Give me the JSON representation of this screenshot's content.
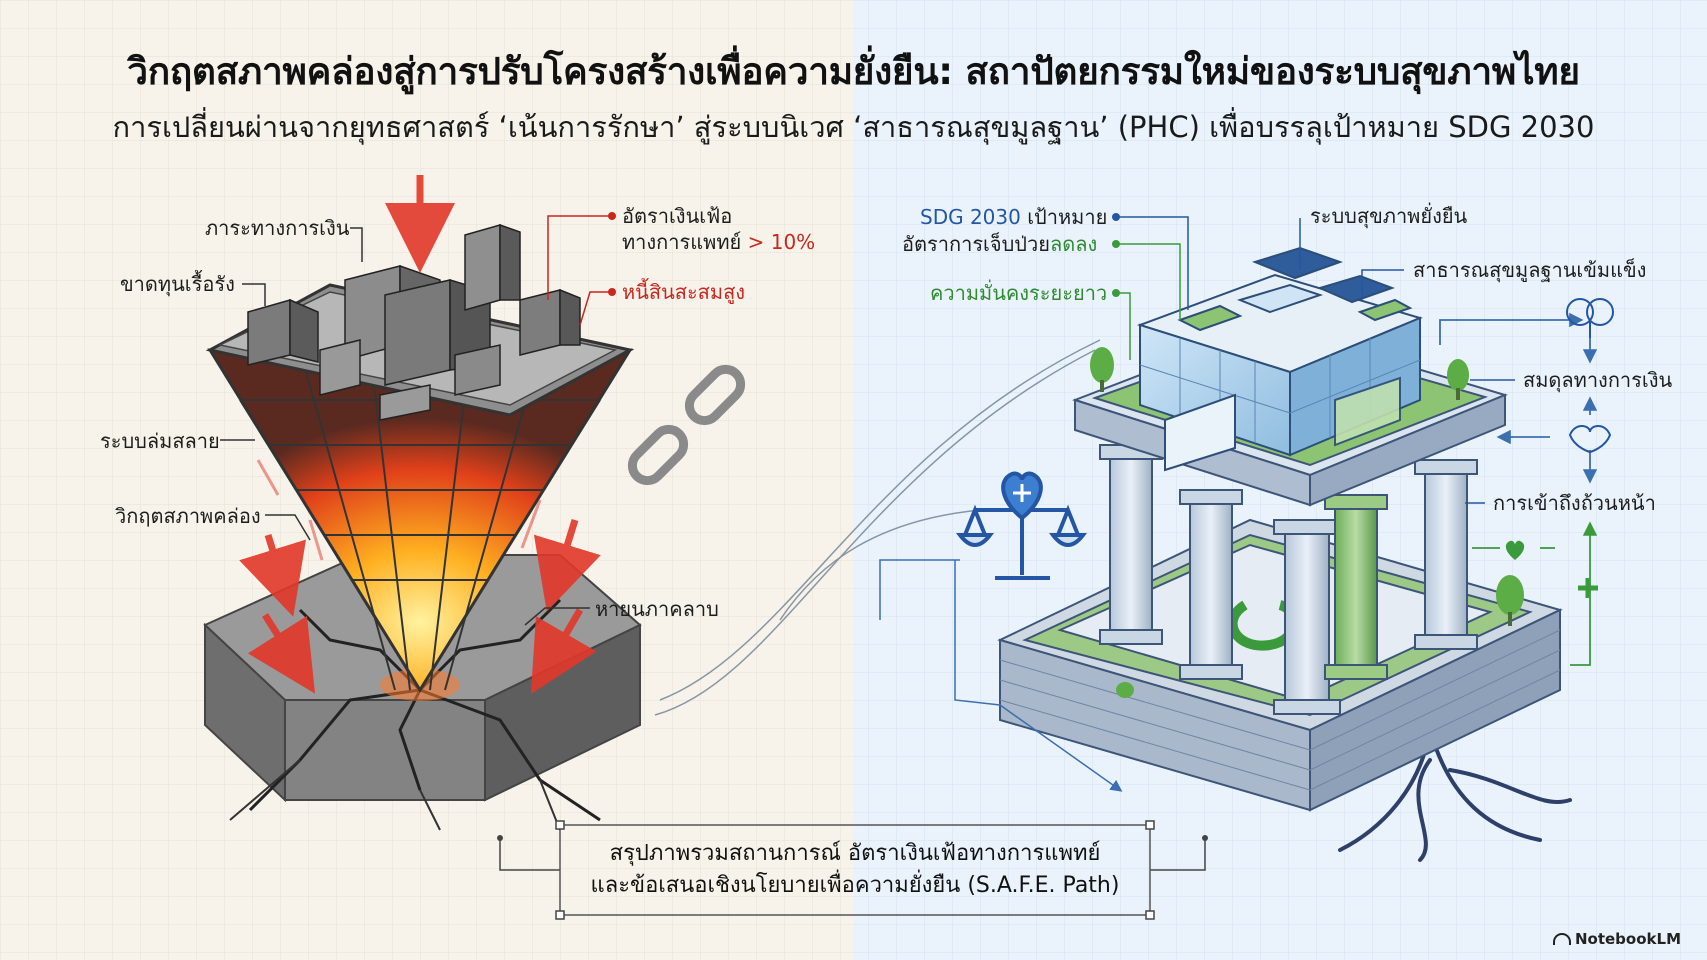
{
  "title": "วิกฤตสภาพคล่องสู่การปรับโครงสร้างเพื่อความยั่งยืน: สถาปัตยกรรมใหม่ของระบบสุขภาพไทย",
  "subtitle": "การเปลี่ยนผ่านจากยุทธศาสตร์ ‘เน้นการรักษา’ สู่ระบบนิเวศ ‘สาธารณสุขมูลฐาน’ (PHC) เพื่อบรรลุเป้าหมาย SDG 2030",
  "left": {
    "labels": {
      "financial_burden": "ภาระทางการเงิน",
      "chronic_deficit": "ขาดทุนเรื้อรัง",
      "inflation_line1": "อัตราเงินเฟ้อ",
      "inflation_line2_prefix": "ทางการแพทย์ ",
      "inflation_line2_value": "> 10%",
      "debt": "หนี้สินสะสมสูง",
      "collapse": "ระบบล่มสลาย",
      "liquidity_crisis": "วิกฤตสภาพคล่อง",
      "disaster": "หายนภาคลาบ"
    }
  },
  "right": {
    "labels": {
      "sdg_prefix": "SDG 2030 ",
      "sdg_suffix": "เป้าหมาย",
      "morbidity_prefix": "อัตราการเจ็บป่วย",
      "morbidity_suffix": "ลดลง",
      "long_term": "ความมั่นคงระยะยาว",
      "sustainable": "ระบบสุขภาพยั่งยืน",
      "strong_phc": "สาธารณสุขมูลฐานเข้มแข็ง",
      "fiscal_balance": "สมดุลทางการเงิน",
      "universal_access": "การเข้าถึงถ้วนหน้า"
    }
  },
  "summary": {
    "line1": "สรุปภาพรวมสถานการณ์ อัตราเงินเฟ้อทางการแพทย์",
    "line2": "และข้อเสนอเชิงนโยบายเพื่อความยั่งยืน (S.A.F.E. Path)"
  },
  "brand": "NotebookLM",
  "colors": {
    "left_bg": "#f7f3ea",
    "right_bg": "#eaf3fb",
    "alert_red": "#c8281e",
    "growth_green": "#2f8a32",
    "blueprint_blue": "#2456a4"
  }
}
